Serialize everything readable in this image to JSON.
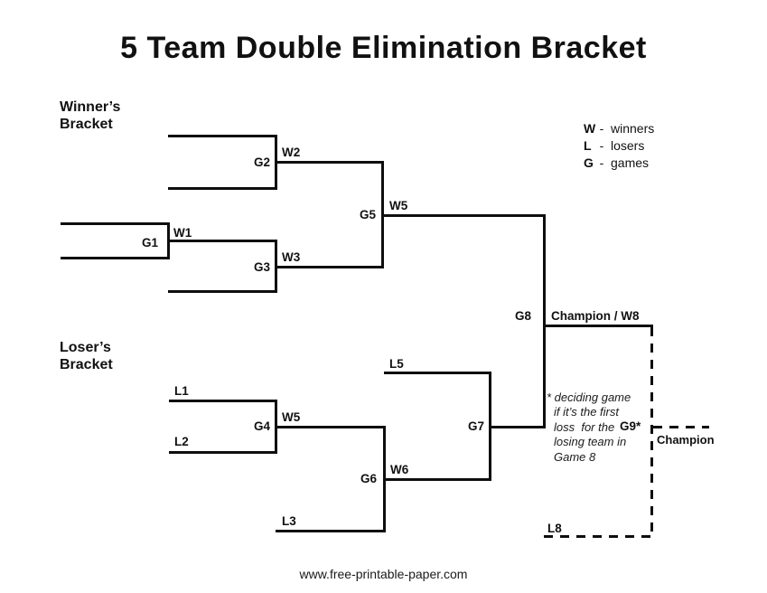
{
  "title": "5 Team Double Elimination Bracket",
  "sections": {
    "winners": "Winner’s\nBracket",
    "losers": "Loser’s\nBracket"
  },
  "legend": {
    "items": [
      {
        "key": "W",
        "sep": "-",
        "desc": "winners"
      },
      {
        "key": "L",
        "sep": "-",
        "desc": "losers"
      },
      {
        "key": "G",
        "sep": "-",
        "desc": "games"
      }
    ]
  },
  "labels": {
    "g1": "G1",
    "g2": "G2",
    "g3": "G3",
    "g4": "G4",
    "g5": "G5",
    "g6": "G6",
    "g7": "G7",
    "g8": "G8",
    "w1": "W1",
    "w2": "W2",
    "w3": "W3",
    "w5_winners": "W5",
    "w5_losers": "W5",
    "w6": "W6",
    "l1": "L1",
    "l2": "L2",
    "l3": "L3",
    "l5": "L5",
    "l8": "L8",
    "champion_w8": "Champion / W8",
    "g9": "G9*",
    "final_champion": "Champion"
  },
  "note": {
    "text": "* deciding game\nif it’s the first\nloss  for the\nlosing team in\nGame 8"
  },
  "footer": {
    "url": "www.free-printable-paper.com"
  },
  "colors": {
    "line": "#0e0e0e",
    "text": "#111111"
  }
}
